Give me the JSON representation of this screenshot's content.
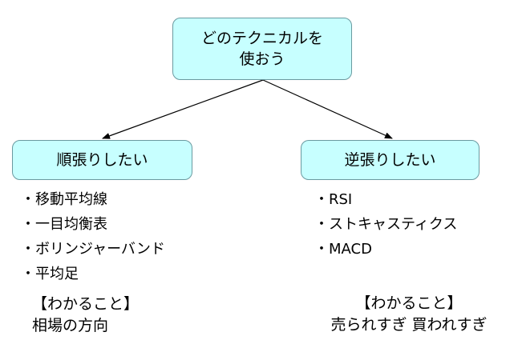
{
  "colors": {
    "node_fill": "#c7ffff",
    "node_border": "#6a9aa0",
    "connector": "#000000"
  },
  "root": {
    "line1": "どのテクニカルを",
    "line2": "使おう"
  },
  "left": {
    "label": "順張りしたい",
    "items": [
      "・移動平均線",
      "・一目均衡表",
      "・ボリンジャーバンド",
      "・平均足"
    ],
    "note_title": "【わかること】",
    "note_body": "相場の方向"
  },
  "right": {
    "label": "逆張りしたい",
    "items": [
      "・RSI",
      "・ストキャスティクス",
      "・MACD"
    ],
    "note_title": "【わかること】",
    "note_body": "売られすぎ 買われすぎ"
  }
}
